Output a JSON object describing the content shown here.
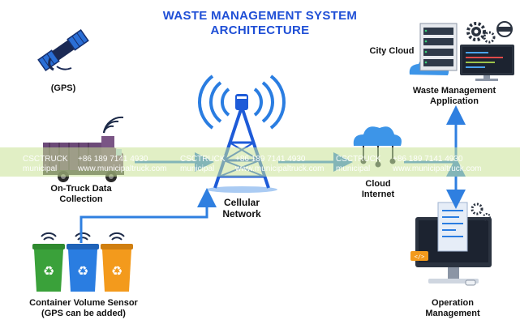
{
  "title": {
    "line1": "WASTE MANAGEMENT SYSTEM",
    "line2": "ARCHITECTURE"
  },
  "nodes": {
    "gps": "(GPS)",
    "city_cloud": "City Cloud",
    "wm_app_line1": "Waste Management",
    "wm_app_line2": "Application",
    "on_truck_line1": "On-Truck Data",
    "on_truck_line2": "Collection",
    "cellular_line1": "Cellular",
    "cellular_line2": "Network",
    "cloud_internet_line1": "Cloud",
    "cloud_internet_line2": "Internet",
    "sensor_line1": "Container Volume Sensor",
    "sensor_line2": "(GPS can be added)",
    "operation_line1": "Operation",
    "operation_line2": "Management"
  },
  "watermark": {
    "brand": "CSCTRUCK",
    "sub": "municipal",
    "phone": "+86 189 7141 4930",
    "url": "www.municipaltruck.com"
  },
  "colors": {
    "title": "#1f4fd6",
    "arrow": "#2f7fe0",
    "tower": "#1e5bd8",
    "bin_green": "#3aa13a",
    "bin_blue": "#2a7de1",
    "bin_orange": "#f39a1c"
  }
}
